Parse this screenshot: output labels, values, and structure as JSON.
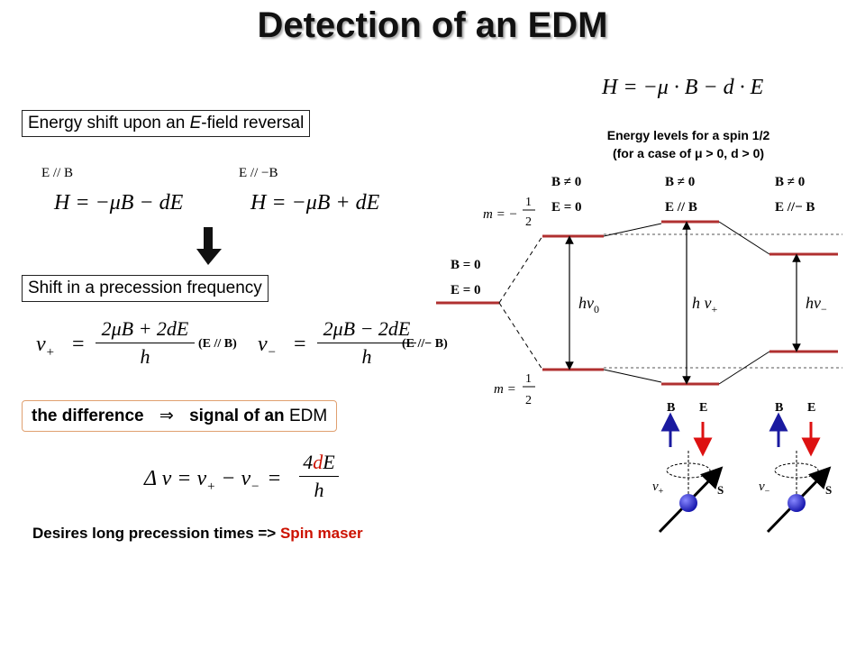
{
  "title": "Detection of an EDM",
  "main_hamiltonian": "H = −μ · B − d · E",
  "energy_shift_box": {
    "prefix": "Energy shift upon an ",
    "E": "E",
    "suffix": "-field reversal"
  },
  "case_labels": {
    "left": "E // B",
    "right": "E // −B"
  },
  "hamiltonians": {
    "left": "H = −μB − dE",
    "right": "H = −μB + dE"
  },
  "arrow_down": "⬇",
  "precession_box": "Shift in a precession frequency",
  "nu_plus_eq": {
    "lhs": "ν",
    "sub": "+",
    "num": "2μB + 2dE",
    "den": "h",
    "cond": "(E // B)"
  },
  "nu_minus_eq": {
    "lhs": "ν",
    "sub": "−",
    "num": "2μB − 2dE",
    "den": "h",
    "cond": "(E //− B)"
  },
  "difference_box": {
    "part1": "the difference",
    "implies": "⇒",
    "part2": "signal of an",
    "part3": "EDM"
  },
  "delta_eq": {
    "lhs": "Δ ν = ν",
    "sub1": "+",
    "mid": " − ν",
    "sub2": "−",
    "num_coef": "4",
    "num_red": "d",
    "num_tail": "E",
    "den": "h"
  },
  "footer": {
    "text": "Desires long precession times => ",
    "highlight": "Spin maser"
  },
  "levels_caption": {
    "line1": "Energy levels for a spin 1/2",
    "line2": "(for a case of μ > 0, d > 0)"
  },
  "levels": {
    "m_top": {
      "m": "m = −",
      "num": "1",
      "den": "2"
    },
    "m_bot": {
      "m": "m = ",
      "num": "1",
      "den": "2"
    },
    "col0": {
      "b": "B = 0",
      "e": "E = 0"
    },
    "col1": {
      "b": "B ≠ 0",
      "e": "E = 0"
    },
    "col2": {
      "b": "B ≠ 0",
      "e": "E // B"
    },
    "col3": {
      "b": "B ≠ 0",
      "e": "E //− B"
    },
    "h_nu0": "hν",
    "h_nu0_sub": "0",
    "h_nuplus": "h ν",
    "h_nuplus_sub": "+",
    "h_numinus": "hν",
    "h_numinus_sub": "−"
  },
  "spin_left": {
    "b": "B",
    "e": "E",
    "nu": "ν",
    "nu_sub": "+",
    "s": "S"
  },
  "spin_right": {
    "b": "B",
    "e": "E",
    "nu": "ν",
    "nu_sub": "−",
    "s": "S"
  },
  "colors": {
    "level": "#b03030",
    "b_arrow": "#1a1aa0",
    "e_arrow": "#dd1111",
    "accent_red": "#cc1100",
    "ball": "#2222dd"
  }
}
